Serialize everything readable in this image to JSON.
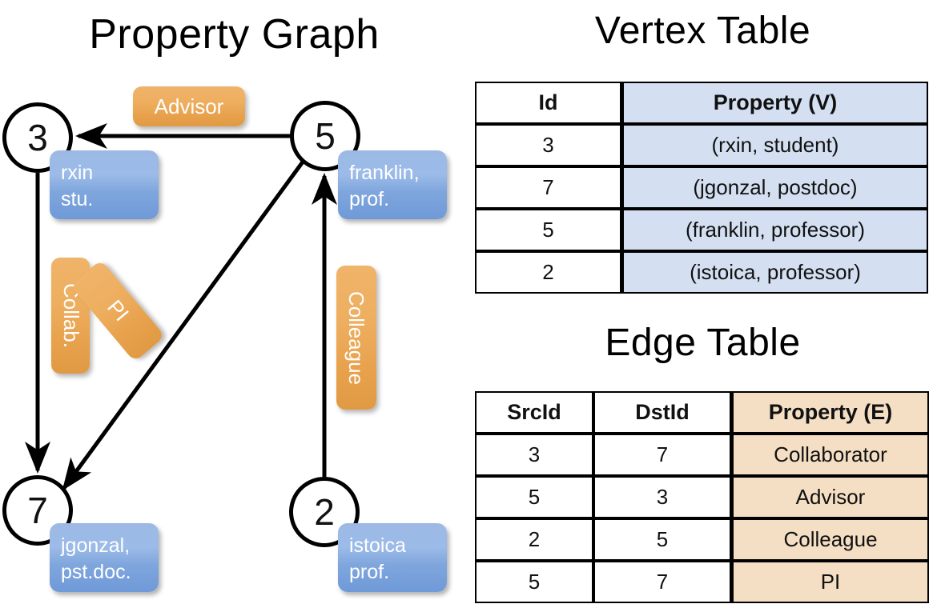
{
  "titles": {
    "property_graph": "Property Graph",
    "vertex_table": "Vertex Table",
    "edge_table": "Edge Table"
  },
  "colors": {
    "vertex_property_fill": "#d4e0f2",
    "edge_property_fill": "#f5dfc4",
    "property_box_blue": "#8cb0e2",
    "edge_label_orange": "#eaa957",
    "stroke": "#000000",
    "background": "#ffffff"
  },
  "graph": {
    "nodes": [
      {
        "id": "3",
        "label": "3",
        "property_line1": "rxin",
        "property_line2": "stu."
      },
      {
        "id": "5",
        "label": "5",
        "property_line1": "franklin,",
        "property_line2": "prof."
      },
      {
        "id": "7",
        "label": "7",
        "property_line1": "jgonzal,",
        "property_line2": "pst.doc."
      },
      {
        "id": "2",
        "label": "2",
        "property_line1": "istoica",
        "property_line2": "prof."
      }
    ],
    "edges": [
      {
        "src": "5",
        "dst": "3",
        "label": "Advisor",
        "orientation": "horizontal"
      },
      {
        "src": "3",
        "dst": "7",
        "label": "Collab.",
        "orientation": "vertical"
      },
      {
        "src": "5",
        "dst": "7",
        "label": "PI",
        "orientation": "diagonal"
      },
      {
        "src": "2",
        "dst": "5",
        "label": "Colleague",
        "orientation": "vertical"
      }
    ]
  },
  "vertex_table": {
    "headers": [
      "Id",
      "Property (V)"
    ],
    "rows": [
      {
        "id": "3",
        "property": "(rxin, student)"
      },
      {
        "id": "7",
        "property": "(jgonzal, postdoc)"
      },
      {
        "id": "5",
        "property": "(franklin, professor)"
      },
      {
        "id": "2",
        "property": "(istoica, professor)"
      }
    ]
  },
  "edge_table": {
    "headers": [
      "SrcId",
      "DstId",
      "Property (E)"
    ],
    "rows": [
      {
        "src": "3",
        "dst": "7",
        "property": "Collaborator"
      },
      {
        "src": "5",
        "dst": "3",
        "property": "Advisor"
      },
      {
        "src": "2",
        "dst": "5",
        "property": "Colleague"
      },
      {
        "src": "5",
        "dst": "7",
        "property": "PI"
      }
    ]
  }
}
